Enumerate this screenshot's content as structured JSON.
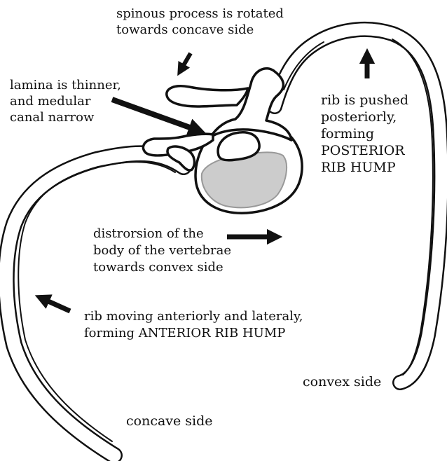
{
  "colors": {
    "ink": "#111111",
    "background": "#ffffff",
    "vertebral_body_fill": "#cccccc"
  },
  "labels": {
    "spinous": [
      "spinous  process  is rotated",
      "towards concave side"
    ],
    "lamina": [
      "lamina is thinner,",
      "and medular",
      "canal narrow"
    ],
    "posterior_rib": [
      "rib is pushed",
      "posteriorly,",
      "forming",
      "POSTERIOR",
      "RIB HUMP"
    ],
    "distortion": [
      "distrorsion of the",
      "body of the vertebrae",
      "towards convex side"
    ],
    "anterior_rib": [
      "rib moving anteriorly and lateraly,",
      "forming ANTERIOR RIB HUMP"
    ],
    "convex_side": "convex side",
    "concave_side": "concave side"
  },
  "icons": {
    "arrows": [
      "spinous-arrow-icon",
      "lamina-arrow-icon",
      "posterior-rib-arrow-icon",
      "distortion-arrow-icon",
      "anterior-rib-arrow-icon"
    ]
  }
}
